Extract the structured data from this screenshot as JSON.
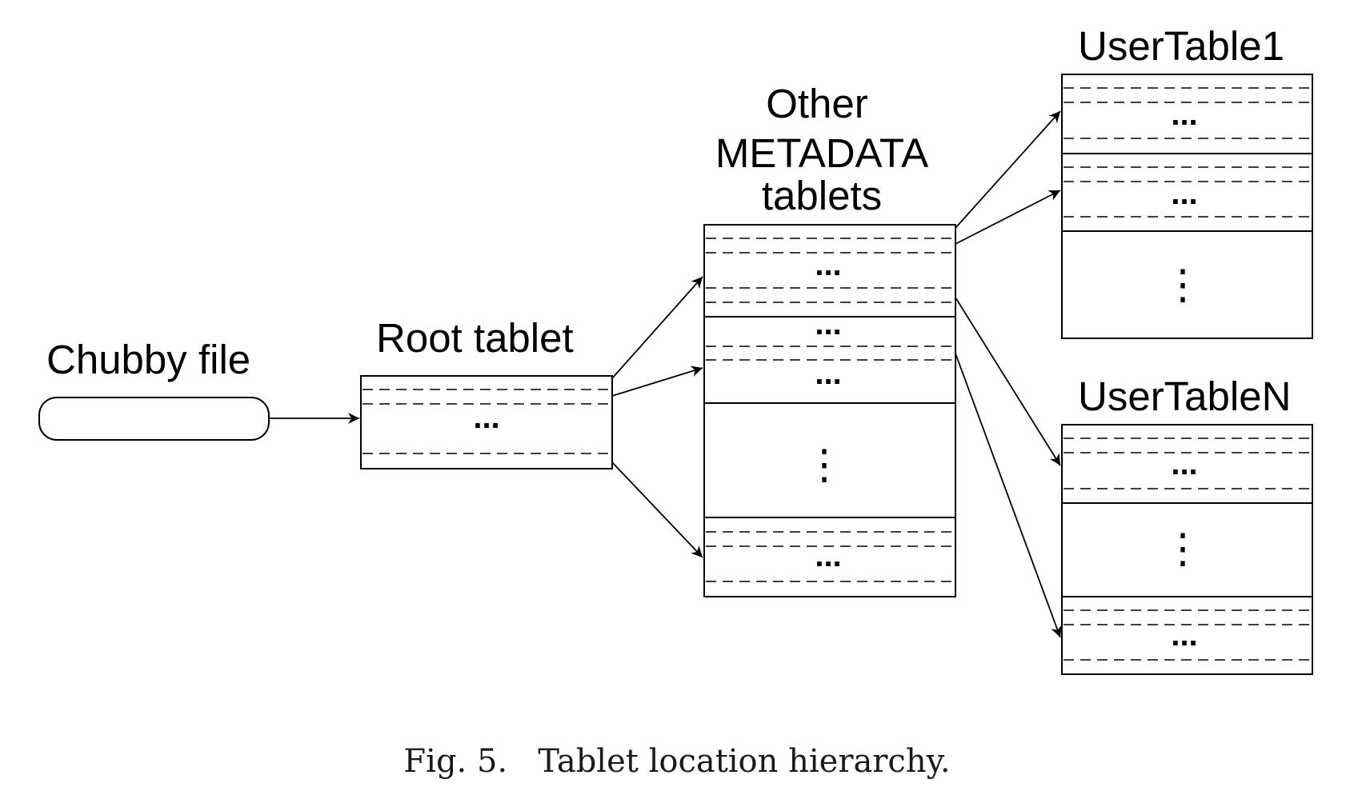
{
  "labels": {
    "chubby": "Chubby file",
    "root": "Root tablet",
    "meta_line1": "Other",
    "meta_line2": "METADATA",
    "meta_line3": "tablets",
    "user1": "UserTable1",
    "userN": "UserTableN"
  },
  "ellipsis": "...",
  "vellipsis": "⋮",
  "caption": "Fig. 5.   Tablet location hierarchy."
}
